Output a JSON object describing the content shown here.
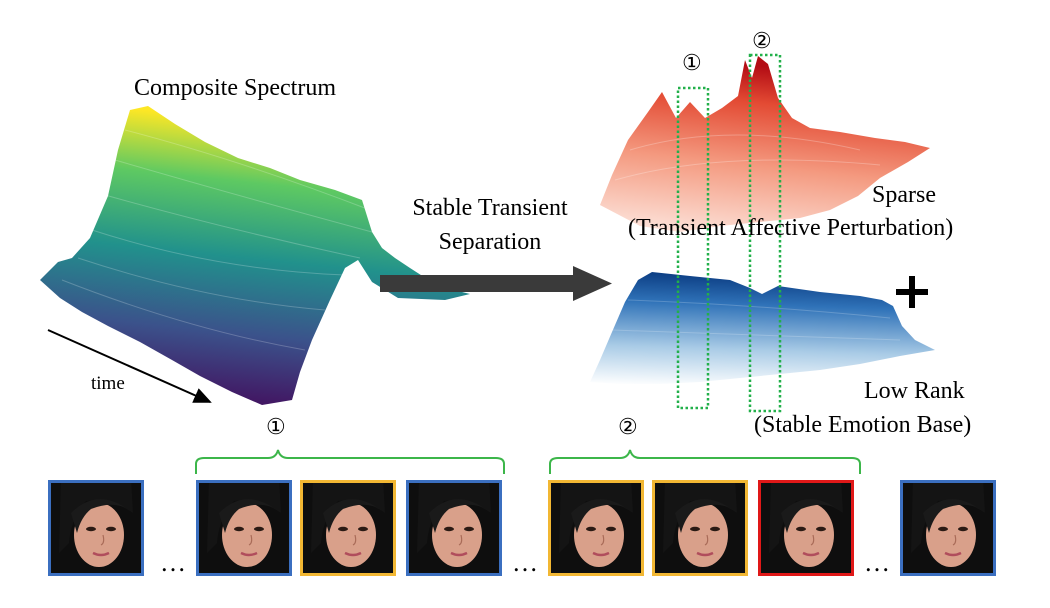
{
  "title": "Composite Spectrum",
  "time_label": "time",
  "arrow_label": {
    "line1": "Stable Transient",
    "line2": "Separation"
  },
  "sparse_label": {
    "line1": "Sparse",
    "line2": "(Transient Affective Perturbation)"
  },
  "lowrank_label": {
    "line1": "Low Rank",
    "line2": "(Stable Emotion Base)"
  },
  "plus": "+",
  "markers": {
    "one": "①",
    "two": "②"
  },
  "ellipsis": "…",
  "frames": [
    {
      "border": "blue"
    },
    {
      "border": "blue"
    },
    {
      "border": "yellow"
    },
    {
      "border": "blue"
    },
    {
      "border": "yellow"
    },
    {
      "border": "yellow"
    },
    {
      "border": "red"
    },
    {
      "border": "blue"
    }
  ],
  "colors": {
    "blue_border": "#3b6fc0",
    "yellow_border": "#f2b733",
    "red_border": "#e01818",
    "group_bracket": "#3cb64a",
    "dotted_box": "#22b04a",
    "arrow": "#3a3a3a",
    "composite_colormap": [
      "#440154",
      "#3b528b",
      "#21918c",
      "#5ec962",
      "#fde725"
    ],
    "sparse_colormap": [
      "#fde4dc",
      "#f4937a",
      "#d7281d",
      "#b00c12"
    ],
    "lowrank_colormap": [
      "#dcebf6",
      "#6aa6d4",
      "#1d5fa8",
      "#0b3f84"
    ]
  }
}
